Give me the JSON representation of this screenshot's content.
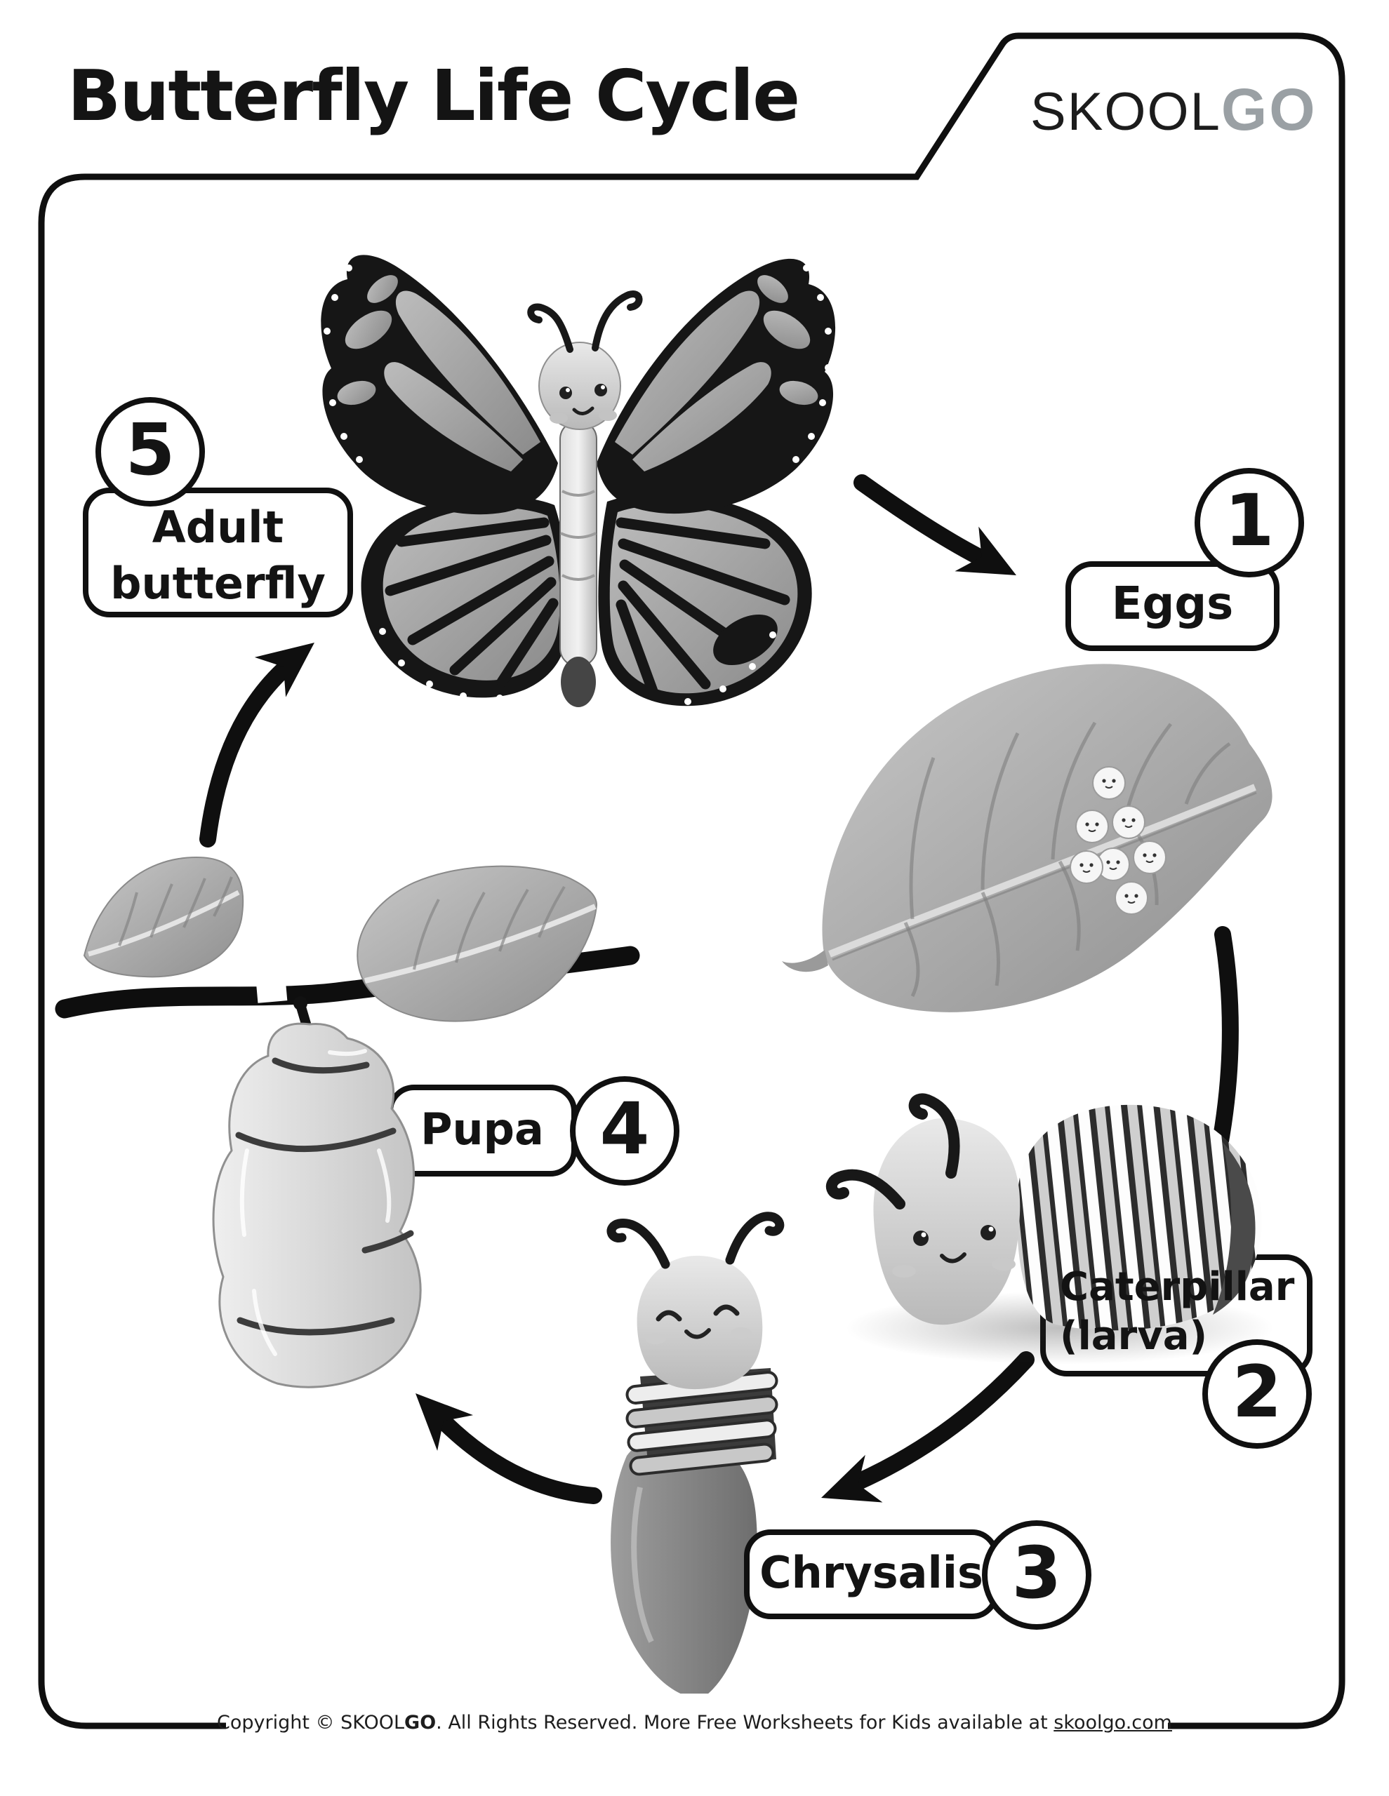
{
  "page": {
    "background": "#ffffff",
    "ink": "#111111",
    "illustration_gray": "#a6a6a6"
  },
  "header": {
    "title": "Butterfly Life Cycle",
    "logo": {
      "part1": "SKOOL",
      "part2": "GO",
      "part2_color": "#9aa0a4"
    }
  },
  "stages": [
    {
      "number": "1",
      "label": "Eggs"
    },
    {
      "number": "2",
      "label_line1": "Caterpillar",
      "label_line2": "(larva)"
    },
    {
      "number": "3",
      "label": "Chrysalis"
    },
    {
      "number": "4",
      "label": "Pupa"
    },
    {
      "number": "5",
      "label_line1": "Adult",
      "label_line2": "butterfly"
    }
  ],
  "footer": {
    "prefix": "Copyright © SKOOL",
    "logo_bold": "GO",
    "middle": ". All Rights Reserved. More Free Worksheets for Kids available at ",
    "link": "skoolgo.com"
  }
}
